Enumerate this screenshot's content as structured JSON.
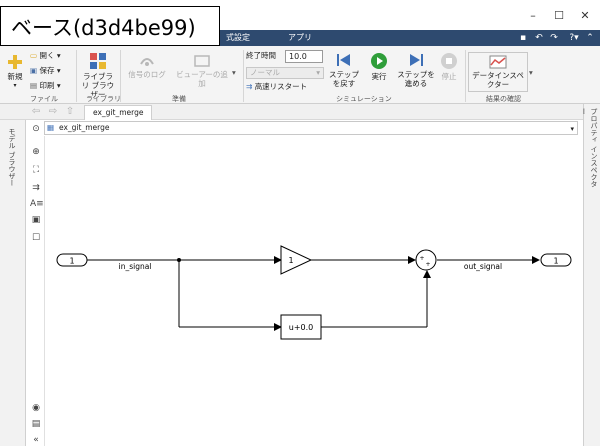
{
  "window": {
    "title": "ベース(d3d4be99)",
    "minimize": "–",
    "maximize": "☐",
    "close": "✕"
  },
  "ribbon_tabs": {
    "settings": "式設定",
    "app": "アプリ"
  },
  "file_group": {
    "new_label": "新規",
    "open_label": "開く",
    "save_label": "保存",
    "print_label": "印刷",
    "group_label": "ファイル"
  },
  "library_group": {
    "browser_label": "ライブラリ ブラウザー",
    "group_label": "ライブラリ"
  },
  "prepare_group": {
    "signal_log_label": "信号のログ",
    "viewer_label": "ビューアーの追加",
    "group_label": "準備"
  },
  "sim_group": {
    "stoptime_label": "終了時間",
    "stoptime_value": "10.0",
    "mode_value": "ノーマル",
    "fast_restart_label": "高速リスタート",
    "step_back_label": "ステップを戻す",
    "run_label": "実行",
    "step_forward_label": "ステップを進める",
    "stop_label": "停止",
    "group_label": "シミュレーション"
  },
  "review_group": {
    "data_inspector_label": "データインスペクター",
    "group_label": "結果の確認"
  },
  "document": {
    "tab_label": "ex_git_merge",
    "address": "ex_git_merge"
  },
  "side_tabs": {
    "left": "モデル ブラウザー",
    "right": "プロパティ インスペクター"
  },
  "diagram": {
    "inport_label": "1",
    "in_signal": "in_signal",
    "gain_label": "1",
    "bias_label": "u+0.0",
    "sum_signs_top": "+",
    "sum_signs_bottom": "+",
    "out_signal": "out_signal",
    "outport_label": "1"
  },
  "colors": {
    "ribbon_tab_bg": "#2e4a6f",
    "run_green": "#2f9e3a",
    "step_blue": "#3d6fb6"
  }
}
